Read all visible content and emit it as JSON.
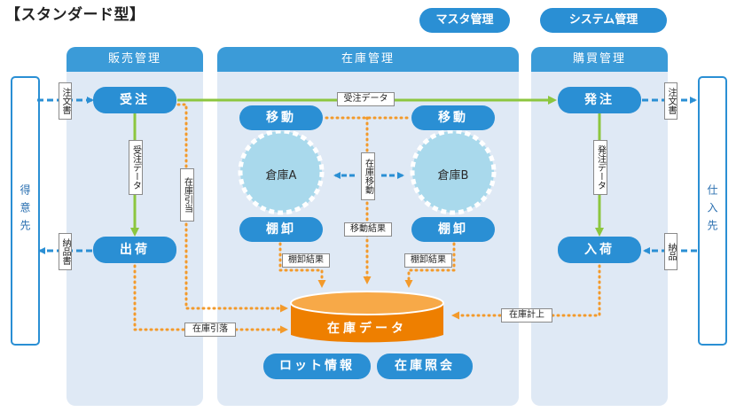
{
  "title": "【スタンダード型】",
  "top_buttons": {
    "master": "マスタ管理",
    "system": "システム管理"
  },
  "panels": {
    "sales": "販売管理",
    "inventory": "在庫管理",
    "purchase": "購買管理"
  },
  "sides": {
    "customer": "得意先",
    "supplier": "仕入先"
  },
  "sales": {
    "order": "受注",
    "ship": "出荷"
  },
  "purchase": {
    "order": "発注",
    "receive": "入荷"
  },
  "inventory": {
    "move_left": "移動",
    "move_right": "移動",
    "warehouse_a": "倉庫A",
    "warehouse_b": "倉庫B",
    "stock_left": "棚卸",
    "stock_right": "棚卸",
    "database": "在庫データ",
    "lot_info": "ロット情報",
    "stock_query": "在庫照会"
  },
  "labels": {
    "order_doc_in": "注文書",
    "delivery_doc_out": "納品書",
    "order_data_horizontal": "受注データ",
    "order_data_vertical": "受注データ",
    "stock_allocation": "在庫引当",
    "warehouse_transfer": "在庫移動",
    "move_result": "移動結果",
    "count_result_left": "棚卸結果",
    "count_result_right": "棚卸結果",
    "stock_deduction": "在庫引落",
    "stock_recording": "在庫計上",
    "order_doc_out": "注文書",
    "purchase_data": "発注データ",
    "delivery_doc_in": "納品"
  },
  "colors": {
    "panel_bg": "#dfe9f5",
    "header_blue": "#3b9bd8",
    "button_blue": "#2a8fd4",
    "arrow_green": "#8cc63f",
    "dotted_orange": "#f39a2b",
    "database_orange": "#ee7f00",
    "gear_fill": "#a9d9ec"
  }
}
